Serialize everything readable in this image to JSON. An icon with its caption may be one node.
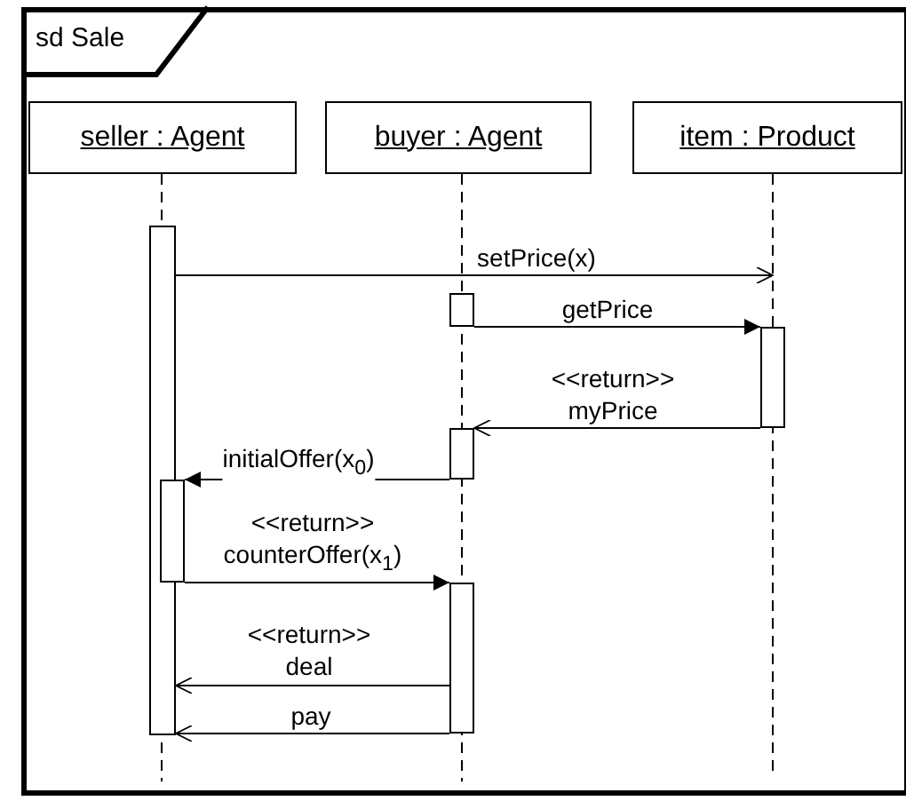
{
  "diagram": {
    "nodes": [
      {
        "text": [
          "sd Sale"
        ]
      },
      {
        "text": [
          "seller : Agent"
        ],
        "in": 0
      },
      {
        "text": [
          "buyer : Agent"
        ],
        "in": 0
      },
      {
        "text": [
          "item : Product"
        ],
        "in": 0
      },
      {
        "text": [],
        "shape": "bar",
        "in": 0
      },
      {
        "text": [],
        "shape": "bar",
        "in": 0
      },
      {
        "text": [],
        "shape": "bar",
        "in": 0
      },
      {
        "text": [],
        "shape": "bar",
        "in": 0
      },
      {
        "text": [],
        "shape": "bar",
        "in": 0
      },
      {
        "text": [],
        "shape": "bar",
        "in": 0
      }
    ],
    "edges": [
      {
        "from": 4,
        "to": null,
        "arrow": "to",
        "label": "setPrice(x)"
      },
      {
        "from": 5,
        "to": 6,
        "arrow": "to",
        "label": "getPrice"
      },
      {
        "from": 6,
        "to": 7,
        "arrow": "to",
        "label": "<<return>> myPrice"
      },
      {
        "from": 7,
        "to": 8,
        "arrow": "to",
        "label": "initialOffer(x$_{0}$)"
      },
      {
        "from": 8,
        "to": 9,
        "arrow": "to",
        "label": "<<return>> counterOffer(x$_{1}$)"
      },
      {
        "from": 9,
        "to": 4,
        "arrow": "to",
        "label": "<<return>> deal"
      },
      {
        "from": 9,
        "to": 4,
        "arrow": "to",
        "label": "pay"
      }
    ]
  }
}
